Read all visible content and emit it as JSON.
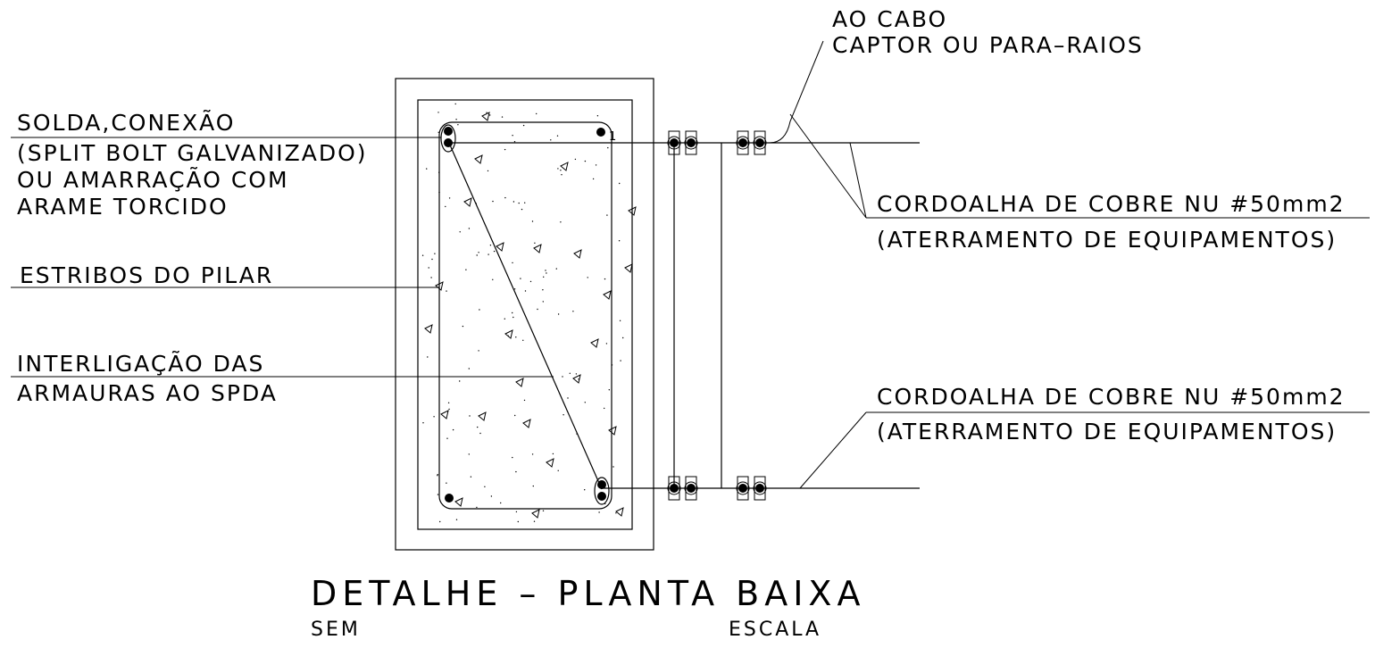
{
  "title": "DETALHE – PLANTA BAIXA",
  "scale_left": "SEM",
  "scale_right": "ESCALA",
  "labels": {
    "solda": [
      "SOLDA,CONEXÃO",
      "(SPLIT BOLT GALVANIZADO)",
      "OU AMARRAÇÃO COM",
      "ARAME TORCIDO"
    ],
    "estribos": [
      "ESTRIBOS DO PILAR"
    ],
    "interligacao": [
      "INTERLIGAÇÃO DAS",
      "ARMAURAS AO SPDA"
    ],
    "ao_cabo": [
      "AO CABO",
      "CAPTOR OU PARA–RAIOS"
    ],
    "cordoalha_top": [
      "CORDOALHA DE COBRE NU #50mm2",
      "(ATERRAMENTO DE EQUIPAMENTOS)"
    ],
    "cordoalha_bottom": [
      "CORDOALHA DE COBRE NU #50mm2",
      "(ATERRAMENTO DE EQUIPAMENTOS)"
    ]
  },
  "rebar_tag": "1",
  "colors": {
    "line": "#000000",
    "background": "#ffffff"
  }
}
